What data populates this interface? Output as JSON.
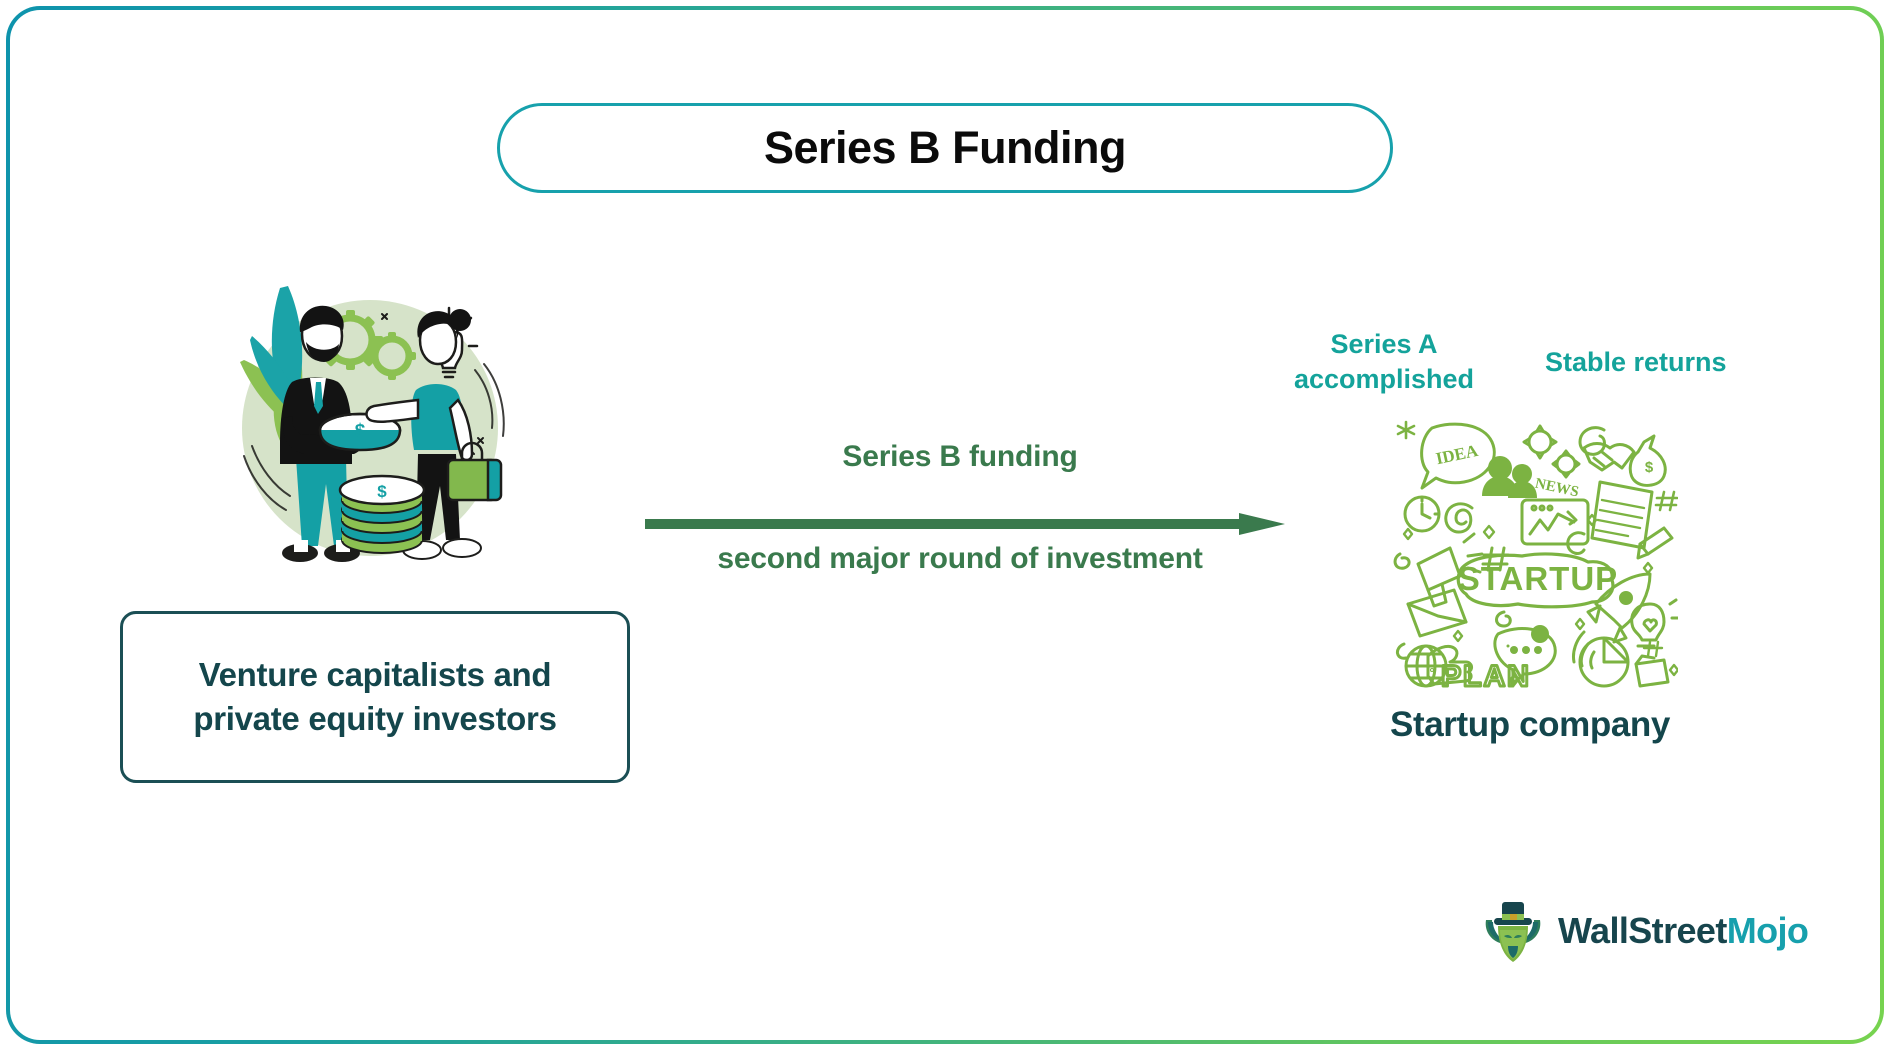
{
  "frame": {
    "gradient_start": "#0e93ac",
    "gradient_end": "#77d34f",
    "background": "#ffffff"
  },
  "title": {
    "text": "Series B Funding",
    "border_color": "#17a1ac",
    "text_color": "#0b0b0b"
  },
  "left": {
    "illustration_name": "investors-handing-money-illustration",
    "label_lines": [
      "Venture capitalists and",
      "private equity investors"
    ],
    "label_color": "#14464c",
    "box_border_color": "#1b4f55"
  },
  "arrow": {
    "top_label": "Series B funding",
    "bottom_label": "second major round of investment",
    "color": "#3a7a4d"
  },
  "right": {
    "tag_series_a": "Series A\naccomplished",
    "tag_series_a_line1": "Series A",
    "tag_series_a_line2": "accomplished",
    "tag_stable_returns": "Stable returns",
    "tag_color": "#14a39b",
    "doodle_name": "startup-doodle-collage",
    "doodle_color": "#7cb342",
    "doodle_words": [
      "IDEA",
      "NEWS",
      "STARTUP",
      "PLAN"
    ],
    "caption": "Startup company",
    "caption_color": "#14464c"
  },
  "brand": {
    "name_part_1": "WallStreet",
    "name_part_2": "Mojo",
    "color_part_1": "#17454d",
    "color_part_2": "#17a0ad",
    "mark_name": "bull-with-top-hat-logo-mark"
  }
}
